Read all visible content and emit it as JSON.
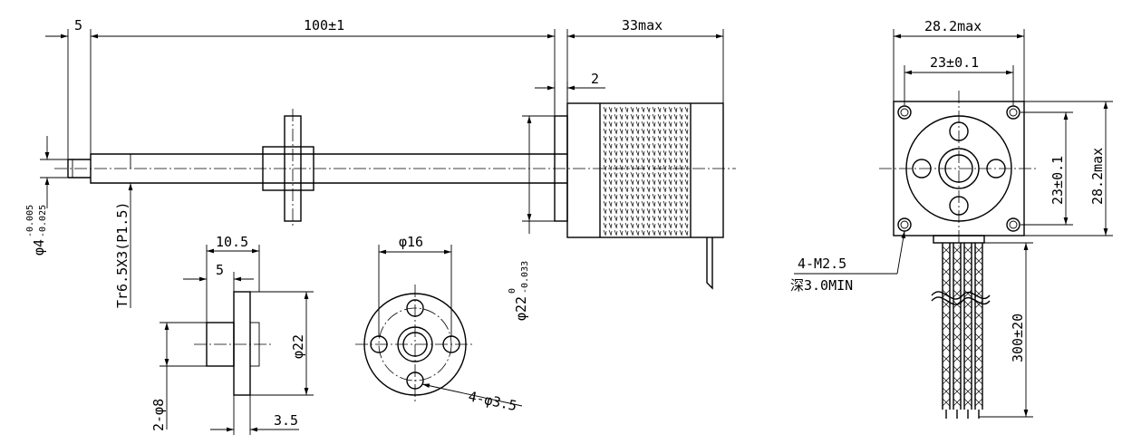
{
  "front_view": {
    "dim_shaft_end": "5",
    "dim_shaft_length": "100±1",
    "dim_body_length": "33max",
    "dim_flange_step": "2",
    "dim_shaft_dia_main": "φ4",
    "dim_shaft_dia_upper": "-0.005",
    "dim_shaft_dia_lower": "-0.025",
    "dim_thread": "Tr6.5X3(P1.5)",
    "dim_boss_dia_main": "φ22",
    "dim_boss_dia_upper": "0",
    "dim_boss_dia_lower": "-0.033"
  },
  "nut_side_view": {
    "dim_total_length": "10.5",
    "dim_hub_length": "5",
    "dim_flange_dia": "φ22",
    "dim_hub_dia": "2-φ8",
    "dim_flange_thickness": "3.5"
  },
  "nut_front_view": {
    "dim_pitch_circle": "φ16",
    "dim_holes": "4-φ3.5"
  },
  "end_view": {
    "dim_width_max": "28.2max",
    "dim_hole_spacing_h": "23±0.1",
    "dim_hole_spacing_v": "23±0.1",
    "dim_height_max": "28.2max",
    "dim_screw": "4-M2.5",
    "dim_screw_depth": "深3.0MIN",
    "dim_lead_length": "300±20"
  }
}
